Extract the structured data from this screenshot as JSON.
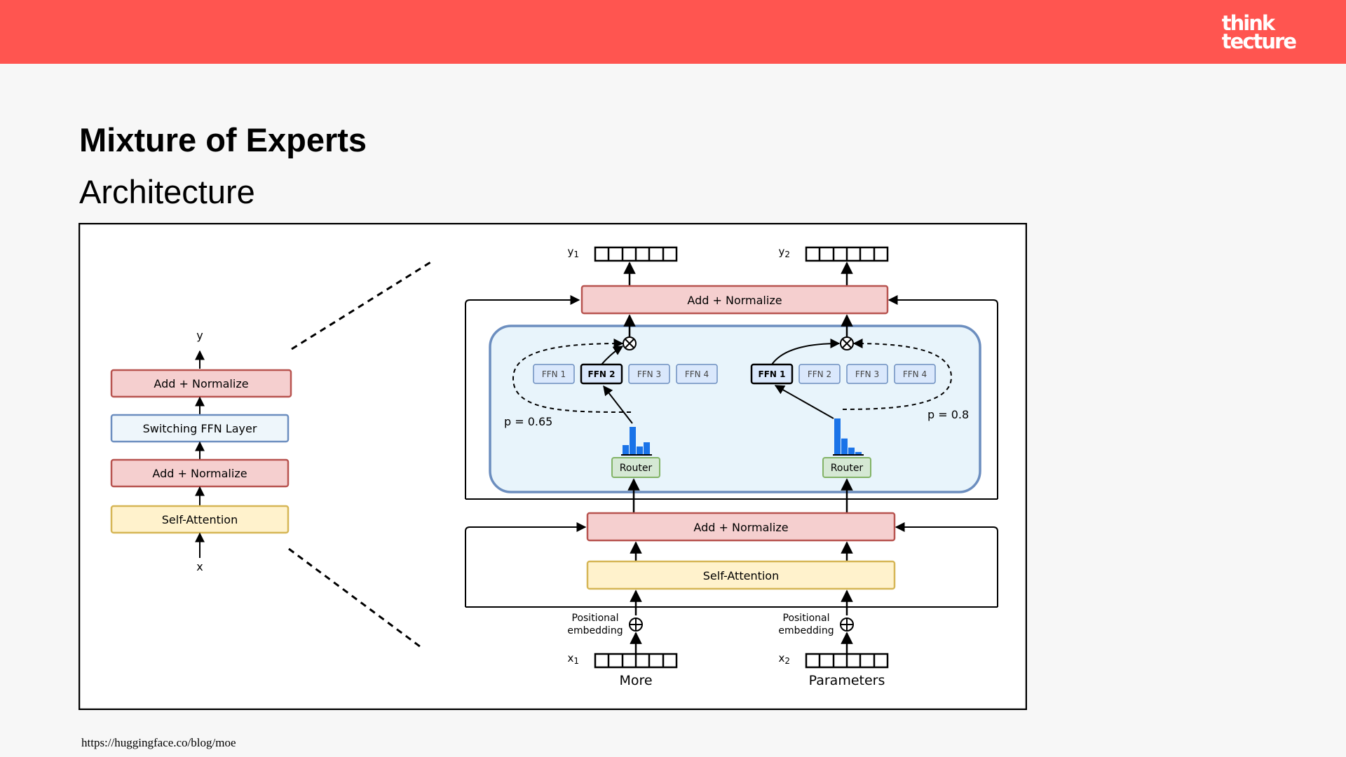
{
  "header": {
    "logo_line1": "think",
    "logo_line2": "tecture",
    "bar_color": "#ff5550"
  },
  "slide": {
    "title": "Mixture of Experts",
    "subtitle": "Architecture",
    "source_url": "https://huggingface.co/blog/moe"
  },
  "diagram": {
    "colors": {
      "add_normalize_fill": "#f5cfcf",
      "add_normalize_stroke": "#b85450",
      "switching_fill": "#eef6fb",
      "switching_stroke": "#6c8ebf",
      "attention_fill": "#fff2cc",
      "attention_stroke": "#d6b656",
      "router_fill": "#d5e8d4",
      "router_stroke": "#82b366",
      "expert_fill": "#dae8fc",
      "moe_region_fill": "#e8f4fb",
      "moe_region_stroke": "#6c8ebf",
      "histogram_bar": "#1a73e8"
    },
    "left_stack": {
      "output_label": "y",
      "input_label": "x",
      "layers": [
        "Add + Normalize",
        "Switching FFN Layer",
        "Add + Normalize",
        "Self-Attention"
      ]
    },
    "detail": {
      "top_add_norm": "Add + Normalize",
      "bottom_add_norm": "Add + Normalize",
      "self_attention": "Self-Attention",
      "output_1": "y",
      "output_1_sub": "1",
      "output_2": "y",
      "output_2_sub": "2",
      "input_1": "x",
      "input_1_sub": "1",
      "input_2": "x",
      "input_2_sub": "2",
      "input_1_word": "More",
      "input_2_word": "Parameters",
      "pos_embedding_line1": "Positional",
      "pos_embedding_line2": "embedding",
      "router_label": "Router",
      "experts": [
        "FFN 1",
        "FFN 2",
        "FFN 3",
        "FFN 4"
      ],
      "token_1_probability": "p = 0.65",
      "token_2_probability": "p = 0.8",
      "token_1_selected_expert": "FFN 2",
      "token_2_selected_expert": "FFN 1",
      "router_1_histogram": [
        0.35,
        1.0,
        0.3,
        0.45
      ],
      "router_2_histogram": [
        1.0,
        0.45,
        0.2,
        0.08
      ]
    }
  }
}
